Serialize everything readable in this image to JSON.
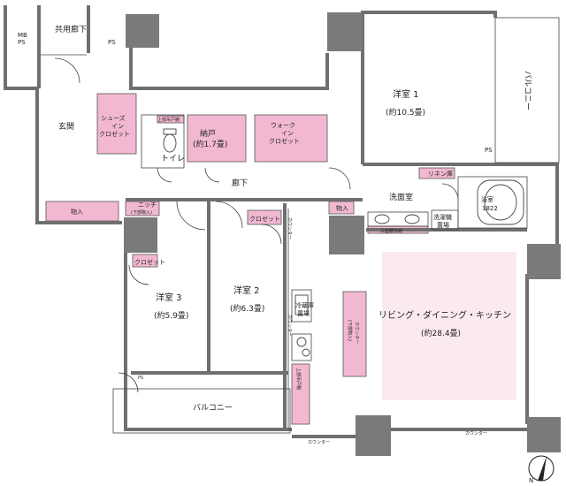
{
  "rooms": {
    "western1": {
      "name": "洋室 1",
      "size": "(約10.5畳)"
    },
    "western2": {
      "name": "洋室 2",
      "size": "(約6.3畳)"
    },
    "western3": {
      "name": "洋室 3",
      "size": "(約5.9畳)"
    },
    "ldk": {
      "name": "リビング・ダイニング・キッチン",
      "size": "(約28.4畳)"
    },
    "storage": {
      "name": "納戸",
      "size": "(約1.7畳)"
    },
    "bath": {
      "name": "浴室",
      "size": "1822"
    }
  },
  "labels": {
    "shared_corridor": "共用廊下",
    "mb_ps": "MB",
    "ps": "PS",
    "entrance": "玄関",
    "shoes_closet_1": "シューズ",
    "shoes_closet_2": "イン",
    "shoes_closet_3": "クロゼット",
    "top_storage": "上部吊戸棚",
    "toilet": "トイレ",
    "walkin_1": "ウォーク",
    "walkin_2": "イン",
    "walkin_3": "クロゼット",
    "hallway": "廊下",
    "linen": "リネン庫",
    "washroom": "洗面室",
    "laundry_1": "洗濯機",
    "laundry_2": "置場",
    "three_sided": "三面鏡収納",
    "balcony_right": "バルコニー",
    "balcony_bottom": "バルコニー",
    "storage_item": "物入",
    "niche_1": "ニッチ",
    "niche_2": "(下部物入)",
    "closet": "クロゼット",
    "counter": "カウンター",
    "fridge_1": "冷蔵庫",
    "fridge_2": "置場",
    "lower_storage_1": "(下部物入)",
    "lower_storage_2": "カウンター"
  },
  "colors": {
    "wall": "#6f6f6f",
    "pillar": "#7a7a7a",
    "storage_pink": "#f2b8d2",
    "ldk_pink": "#fbe9f1",
    "line": "#444444"
  },
  "icons": {
    "compass": "north-arrow-icon"
  }
}
